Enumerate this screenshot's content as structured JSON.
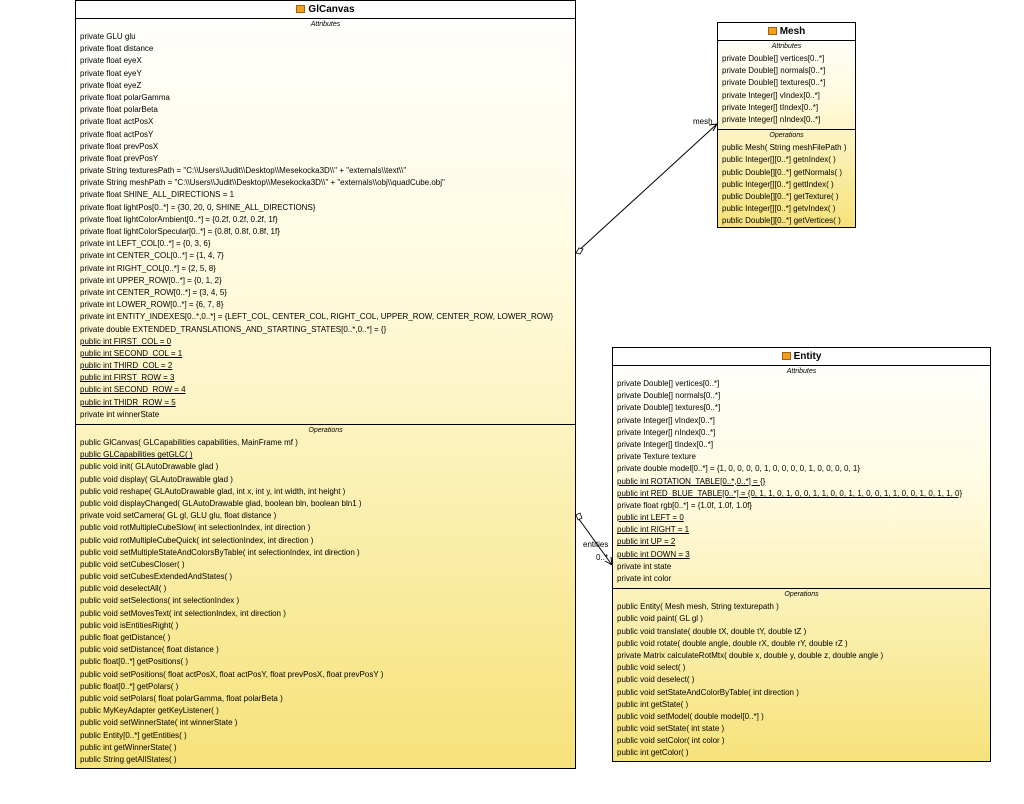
{
  "classes": {
    "glcanvas": {
      "name": "GlCanvas",
      "attributes_label": "Attributes",
      "operations_label": "Operations",
      "attributes": [
        {
          "text": "private GLU glu",
          "static": false
        },
        {
          "text": "private float distance",
          "static": false
        },
        {
          "text": "private float eyeX",
          "static": false
        },
        {
          "text": "private float eyeY",
          "static": false
        },
        {
          "text": "private float eyeZ",
          "static": false
        },
        {
          "text": "private float polarGamma",
          "static": false
        },
        {
          "text": "private float polarBeta",
          "static": false
        },
        {
          "text": "private float actPosX",
          "static": false
        },
        {
          "text": "private float actPosY",
          "static": false
        },
        {
          "text": "private float prevPosX",
          "static": false
        },
        {
          "text": "private float prevPosY",
          "static": false
        },
        {
          "text": "private String texturesPath = \"C:\\\\Users\\\\Judit\\\\Desktop\\\\Mesekocka3D\\\\\" + \"externals\\\\text\\\\\"",
          "static": false
        },
        {
          "text": "private String meshPath = \"C:\\\\Users\\\\Judit\\\\Desktop\\\\Mesekocka3D\\\\\" + \"externals\\\\obj\\\\quadCube.obj\"",
          "static": false
        },
        {
          "text": "private float SHINE_ALL_DIRECTIONS = 1",
          "static": false
        },
        {
          "text": "private float lightPos[0..*] = {30, 20, 0, SHINE_ALL_DIRECTIONS}",
          "static": false
        },
        {
          "text": "private float lightColorAmbient[0..*] = {0.2f, 0.2f, 0.2f, 1f}",
          "static": false
        },
        {
          "text": "private float lightColorSpecular[0..*] = {0.8f, 0.8f, 0.8f, 1f}",
          "static": false
        },
        {
          "text": "private int LEFT_COL[0..*] = {0, 3, 6}",
          "static": false
        },
        {
          "text": "private int CENTER_COL[0..*] = {1, 4, 7}",
          "static": false
        },
        {
          "text": "private int RIGHT_COL[0..*] = {2, 5, 8}",
          "static": false
        },
        {
          "text": "private int UPPER_ROW[0..*] = {0, 1, 2}",
          "static": false
        },
        {
          "text": "private int CENTER_ROW[0..*] = {3, 4, 5}",
          "static": false
        },
        {
          "text": "private int LOWER_ROW[0..*] = {6, 7, 8}",
          "static": false
        },
        {
          "text": "private int ENTITY_INDEXES[0..*,0..*] = {LEFT_COL, CENTER_COL, RIGHT_COL, UPPER_ROW, CENTER_ROW, LOWER_ROW}",
          "static": false
        },
        {
          "text": "private double EXTENDED_TRANSLATIONS_AND_STARTING_STATES[0..*,0..*] = {}",
          "static": false
        },
        {
          "text": "public int FIRST_COL = 0",
          "static": true
        },
        {
          "text": "public int SECOND_COL = 1",
          "static": true
        },
        {
          "text": "public int THIRD_COL = 2",
          "static": true
        },
        {
          "text": "public int FIRST_ROW = 3",
          "static": true
        },
        {
          "text": "public int SECOND_ROW = 4",
          "static": true
        },
        {
          "text": "public int THIDR_ROW = 5",
          "static": true
        },
        {
          "text": "private int winnerState",
          "static": false
        }
      ],
      "operations": [
        {
          "text": "public GlCanvas( GLCapabilities capabilities, MainFrame mf )",
          "static": false
        },
        {
          "text": "public GLCapabilities  getGLC(  )",
          "static": true
        },
        {
          "text": "public void  init( GLAutoDrawable glad )",
          "static": false
        },
        {
          "text": "public void  display( GLAutoDrawable glad )",
          "static": false
        },
        {
          "text": "public void  reshape( GLAutoDrawable glad, int x, int y, int width, int height )",
          "static": false
        },
        {
          "text": "public void  displayChanged( GLAutoDrawable glad, boolean bln, boolean bln1 )",
          "static": false
        },
        {
          "text": "private void  setCamera( GL gl, GLU glu, float distance )",
          "static": false
        },
        {
          "text": "public void  rotMultipleCubeSlow( int selectionIndex, int direction )",
          "static": false
        },
        {
          "text": "public void  rotMultipleCubeQuick( int selectionIndex, int direction )",
          "static": false
        },
        {
          "text": "public void  setMultipleStateAndColorsByTable( int selectionIndex, int direction )",
          "static": false
        },
        {
          "text": "public void  setCubesCloser(  )",
          "static": false
        },
        {
          "text": "public void  setCubesExtendedAndStates(  )",
          "static": false
        },
        {
          "text": "public void  deselectAll(  )",
          "static": false
        },
        {
          "text": "public void  setSelections( int selectionIndex )",
          "static": false
        },
        {
          "text": "public void  setMovesText( int selectionIndex, int direction )",
          "static": false
        },
        {
          "text": "public void  isEntitiesRight(  )",
          "static": false
        },
        {
          "text": "public float  getDistance(  )",
          "static": false
        },
        {
          "text": "public void  setDistance( float distance )",
          "static": false
        },
        {
          "text": "public float[0..*]  getPositions(  )",
          "static": false
        },
        {
          "text": "public void  setPositions( float actPosX, float actPosY, float prevPosX, float prevPosY )",
          "static": false
        },
        {
          "text": "public float[0..*]  getPolars(  )",
          "static": false
        },
        {
          "text": "public void  setPolars( float polarGamma, float polarBeta )",
          "static": false
        },
        {
          "text": "public MyKeyAdapter  getKeyListener(  )",
          "static": false
        },
        {
          "text": "public void  setWinnerState( int winnerState )",
          "static": false
        },
        {
          "text": "public Entity[0..*]  getEntities(  )",
          "static": false
        },
        {
          "text": "public int  getWinnerState(  )",
          "static": false
        },
        {
          "text": "public String  getAllStates(  )",
          "static": false
        }
      ]
    },
    "mesh": {
      "name": "Mesh",
      "attributes_label": "Attributes",
      "operations_label": "Operations",
      "attributes": [
        {
          "text": "private Double[] vertices[0..*]",
          "static": false
        },
        {
          "text": "private Double[] normals[0..*]",
          "static": false
        },
        {
          "text": "private Double[] textures[0..*]",
          "static": false
        },
        {
          "text": "private Integer[] vIndex[0..*]",
          "static": false
        },
        {
          "text": "private Integer[] tIndex[0..*]",
          "static": false
        },
        {
          "text": "private Integer[] nIndex[0..*]",
          "static": false
        }
      ],
      "operations": [
        {
          "text": "public Mesh( String meshFilePath )",
          "static": false
        },
        {
          "text": "public Integer[][0..*]  getnIndex(  )",
          "static": false
        },
        {
          "text": "public Double[][0..*]  getNormals(  )",
          "static": false
        },
        {
          "text": "public Integer[][0..*]  gettIndex(  )",
          "static": false
        },
        {
          "text": "public Double[][0..*]  getTexture(  )",
          "static": false
        },
        {
          "text": "public Integer[][0..*]  getvIndex(  )",
          "static": false
        },
        {
          "text": "public Double[][0..*]  getVertices(  )",
          "static": false
        }
      ]
    },
    "entity": {
      "name": "Entity",
      "attributes_label": "Attributes",
      "operations_label": "Operations",
      "attributes": [
        {
          "text": "private Double[] vertices[0..*]",
          "static": false
        },
        {
          "text": "private Double[] normals[0..*]",
          "static": false
        },
        {
          "text": "private Double[] textures[0..*]",
          "static": false
        },
        {
          "text": "private Integer[] vIndex[0..*]",
          "static": false
        },
        {
          "text": "private Integer[] nIndex[0..*]",
          "static": false
        },
        {
          "text": "private Integer[] tIndex[0..*]",
          "static": false
        },
        {
          "text": "private Texture texture",
          "static": false
        },
        {
          "text": "private double model[0..*] = {1, 0, 0, 0, 0, 1, 0, 0, 0, 0, 1, 0, 0, 0, 0, 1}",
          "static": false
        },
        {
          "text": "public int ROTATION_TABLE[0..*,0..*] = {}",
          "static": true
        },
        {
          "text": "public int RED_BLUE_TABLE[0..*] = {0, 1, 1, 0, 1, 0, 0, 1, 1, 0, 0, 1, 1, 0, 0, 1, 1, 0, 0, 1, 0, 1, 1, 0}",
          "static": true
        },
        {
          "text": "private float rgb[0..*] = {1.0f, 1.0f, 1.0f}",
          "static": false
        },
        {
          "text": "public int LEFT = 0",
          "static": true
        },
        {
          "text": "public int RIGHT = 1",
          "static": true
        },
        {
          "text": "public int UP = 2",
          "static": true
        },
        {
          "text": "public int DOWN = 3",
          "static": true
        },
        {
          "text": "private int state",
          "static": false
        },
        {
          "text": "private int color",
          "static": false
        }
      ],
      "operations": [
        {
          "text": "public Entity( Mesh mesh, String texturepath )",
          "static": false
        },
        {
          "text": "public void  paint( GL gl )",
          "static": false
        },
        {
          "text": "public void  translate( double tX, double tY, double tZ )",
          "static": false
        },
        {
          "text": "public void  rotate( double angle, double rX, double rY, double rZ )",
          "static": false
        },
        {
          "text": "private Matrix  calculateRotMtx( double x, double y, double z, double angle )",
          "static": false
        },
        {
          "text": "public void  select(  )",
          "static": false
        },
        {
          "text": "public void  deselect(  )",
          "static": false
        },
        {
          "text": "public void  setStateAndColorByTable( int direction )",
          "static": false
        },
        {
          "text": "public int  getState(  )",
          "static": false
        },
        {
          "text": "public void  setModel( double model[0..*] )",
          "static": false
        },
        {
          "text": "public void  setState( int state )",
          "static": false
        },
        {
          "text": "public void  setColor( int color )",
          "static": false
        },
        {
          "text": "public int  getColor(  )",
          "static": false
        }
      ]
    }
  },
  "associations": {
    "mesh": {
      "role": "mesh"
    },
    "entities": {
      "role": "entities",
      "multiplicity": "0..*"
    }
  }
}
